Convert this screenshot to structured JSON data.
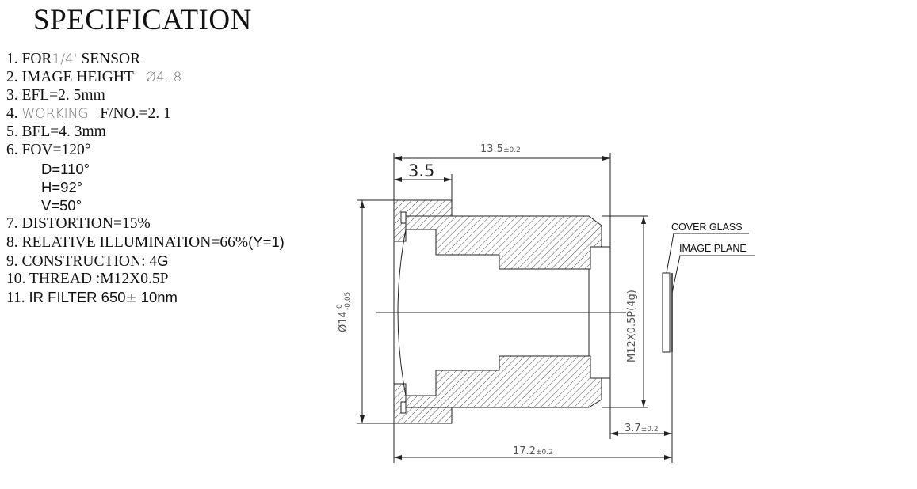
{
  "title": "SPECIFICATION",
  "specs": {
    "s1": {
      "num": "1.",
      "a": "FOR",
      "b": "1/4'",
      "c": "SENSOR"
    },
    "s2": {
      "num": "2.",
      "a": "IMAGE HEIGHT",
      "b": "Ø4. 8"
    },
    "s3": {
      "num": "3.",
      "a": "EFL=2. 5mm"
    },
    "s4": {
      "num": "4.",
      "b": "WORKING",
      "a": "F/NO.=2. 1"
    },
    "s5": {
      "num": "5.",
      "a": "BFL=4. 3mm"
    },
    "s6": {
      "num": "6.",
      "a": "FOV=120°",
      "d": "D=110°",
      "h": "H=92°",
      "v": "V=50°"
    },
    "s7": {
      "num": "7.",
      "a": "DISTORTION=15%"
    },
    "s8": {
      "num": "8.",
      "a": "RELATIVE ILLUMINATION=66%",
      "b": "(Y=1)"
    },
    "s9": {
      "num": "9.",
      "a": "CONSTRUCTION: 4",
      "b": "G"
    },
    "s10": {
      "num": "10.",
      "a": "THREAD :M12X0.5P"
    },
    "s11": {
      "num": "11.",
      "a": "IR FILTER 650",
      "b": "±",
      "c": "10nm"
    }
  },
  "drawing": {
    "dim_length": "13.5",
    "dim_length_tol": "±0.2",
    "dim_flange": "3.5",
    "dim_diameter": "Ø14",
    "dim_diameter_tol_upper": "0",
    "dim_diameter_tol_lower": "-0.05",
    "dim_thread": "M12X0.5P(4g)",
    "dim_back": "3.7",
    "dim_back_tol": "±0.2",
    "dim_total": "17.2",
    "dim_total_tol": "±0.2",
    "label_cover_glass": "COVER GLASS",
    "label_image_plane": "IMAGE PLANE"
  }
}
